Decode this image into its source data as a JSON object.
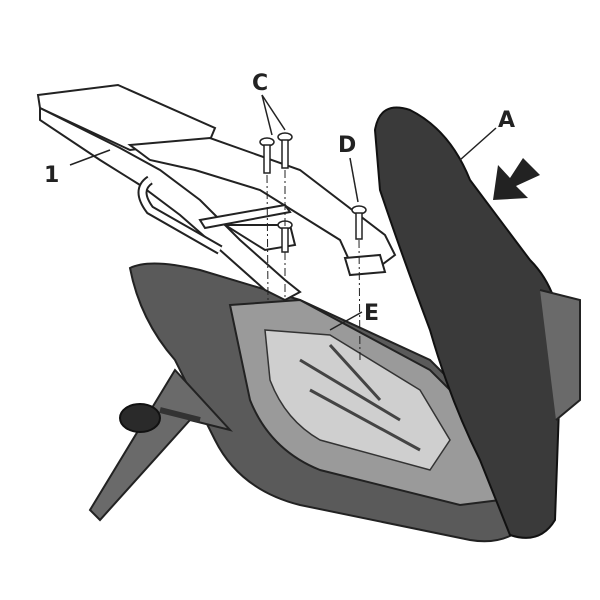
{
  "labels": {
    "rack": "1",
    "seat": "A",
    "bolts_front": "C",
    "bolt_rear": "D",
    "mount_points": "E"
  },
  "colors": {
    "seat": "#3a3a3a",
    "fairing": "#5a5a5a",
    "outline": "#222222",
    "rack_fill": "#ffffff"
  },
  "icons": {
    "direction_arrow": "arrow-down-left-icon"
  }
}
